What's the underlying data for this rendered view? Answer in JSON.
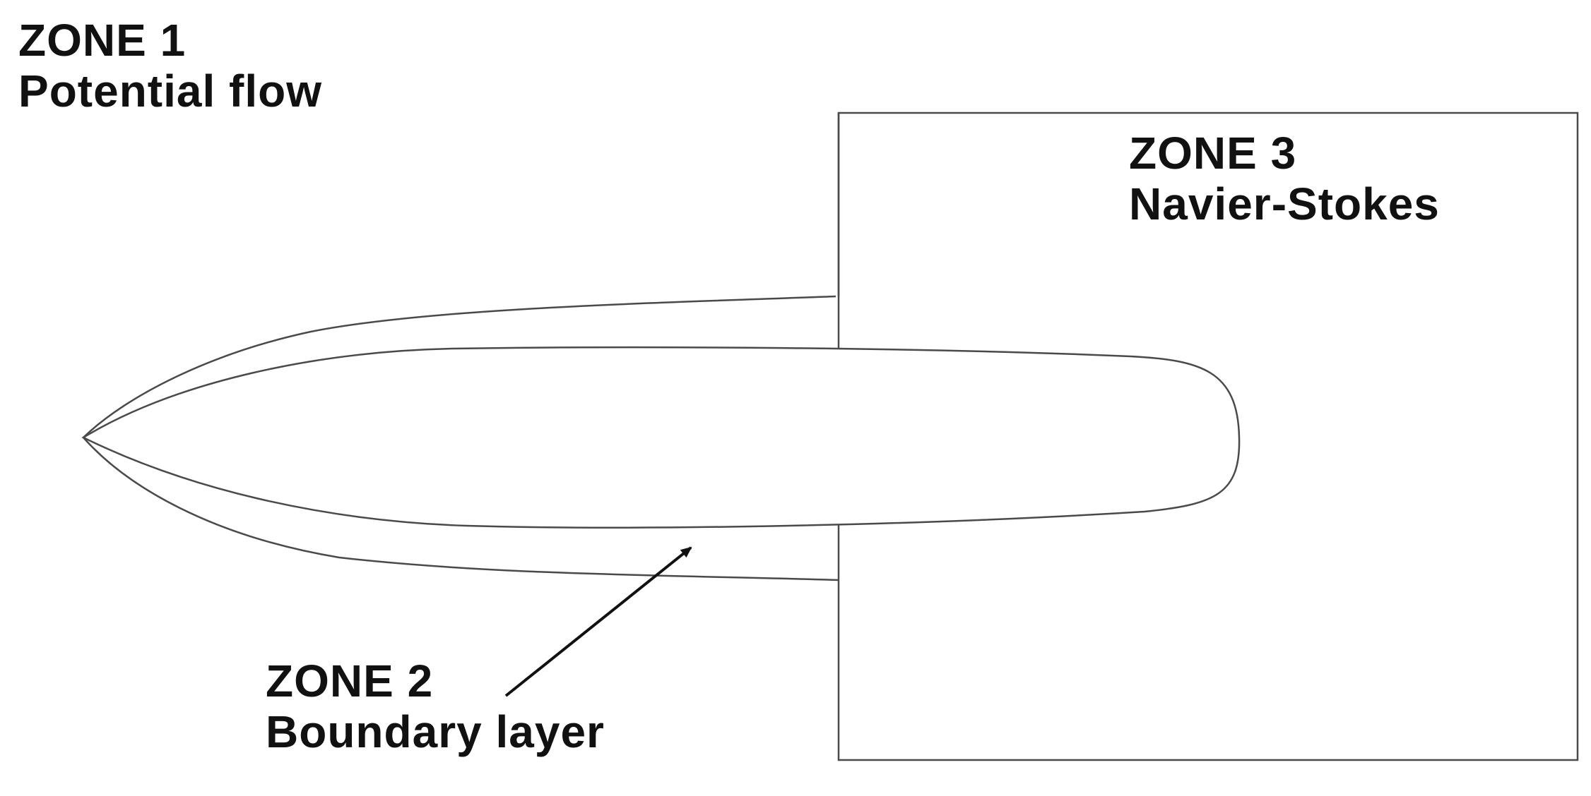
{
  "colors": {
    "background": "#ffffff",
    "outline": "#4a4a4a",
    "text": "#111111",
    "arrow": "#111111"
  },
  "zones": {
    "zone1": {
      "title": "ZONE 1",
      "subtitle": "Potential flow"
    },
    "zone2": {
      "title": "ZONE 2",
      "subtitle": "Boundary layer"
    },
    "zone3": {
      "title": "ZONE 3",
      "subtitle": "Navier-Stokes"
    }
  }
}
